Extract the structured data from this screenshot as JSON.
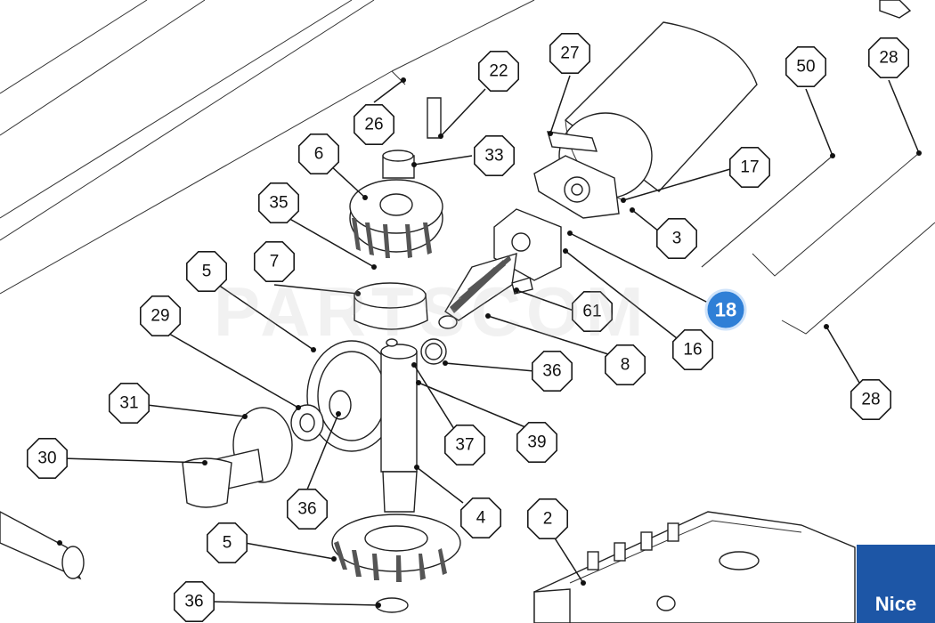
{
  "diagram": {
    "callouts": [
      "27",
      "22",
      "50",
      "28",
      "26",
      "33",
      "17",
      "6",
      "35",
      "3",
      "7",
      "5",
      "18",
      "61",
      "29",
      "16",
      "8",
      "36",
      "31",
      "37",
      "39",
      "30",
      "36",
      "4",
      "2",
      "5",
      "36",
      "28"
    ],
    "highlighted_callout": "18",
    "highlight_color": "#2f7fd6"
  },
  "brand": {
    "logo_text": "Nice",
    "background": "#1d56a6"
  }
}
